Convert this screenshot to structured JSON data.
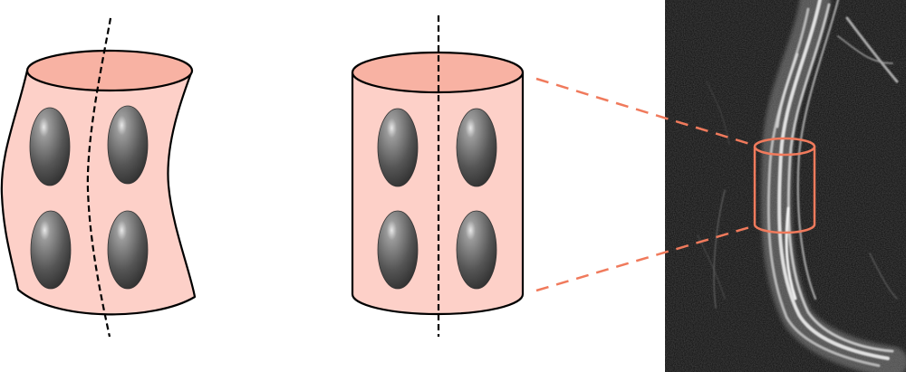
{
  "figure": {
    "panels": [
      {
        "id": "bent-cylinder",
        "shape": "curved cylinder with dashed centerline",
        "ellipsoids": 4
      },
      {
        "id": "straight-cylinder",
        "shape": "straight cylinder with dashed centerline",
        "ellipsoids": 4
      },
      {
        "id": "mri-fiber-image",
        "shape": "grayscale fiber image with inset cylinder"
      }
    ],
    "colors": {
      "cylinder_fill": "#fdd0c8",
      "cylinder_top": "#f8b2a3",
      "outline": "#000000",
      "ellipsoid_dark": "#3a3a3a",
      "ellipsoid_light": "#c8c8c8",
      "connector": "#f07a5c",
      "image_background": "#0b0b0b",
      "fiber": "#e6e6e6"
    }
  }
}
